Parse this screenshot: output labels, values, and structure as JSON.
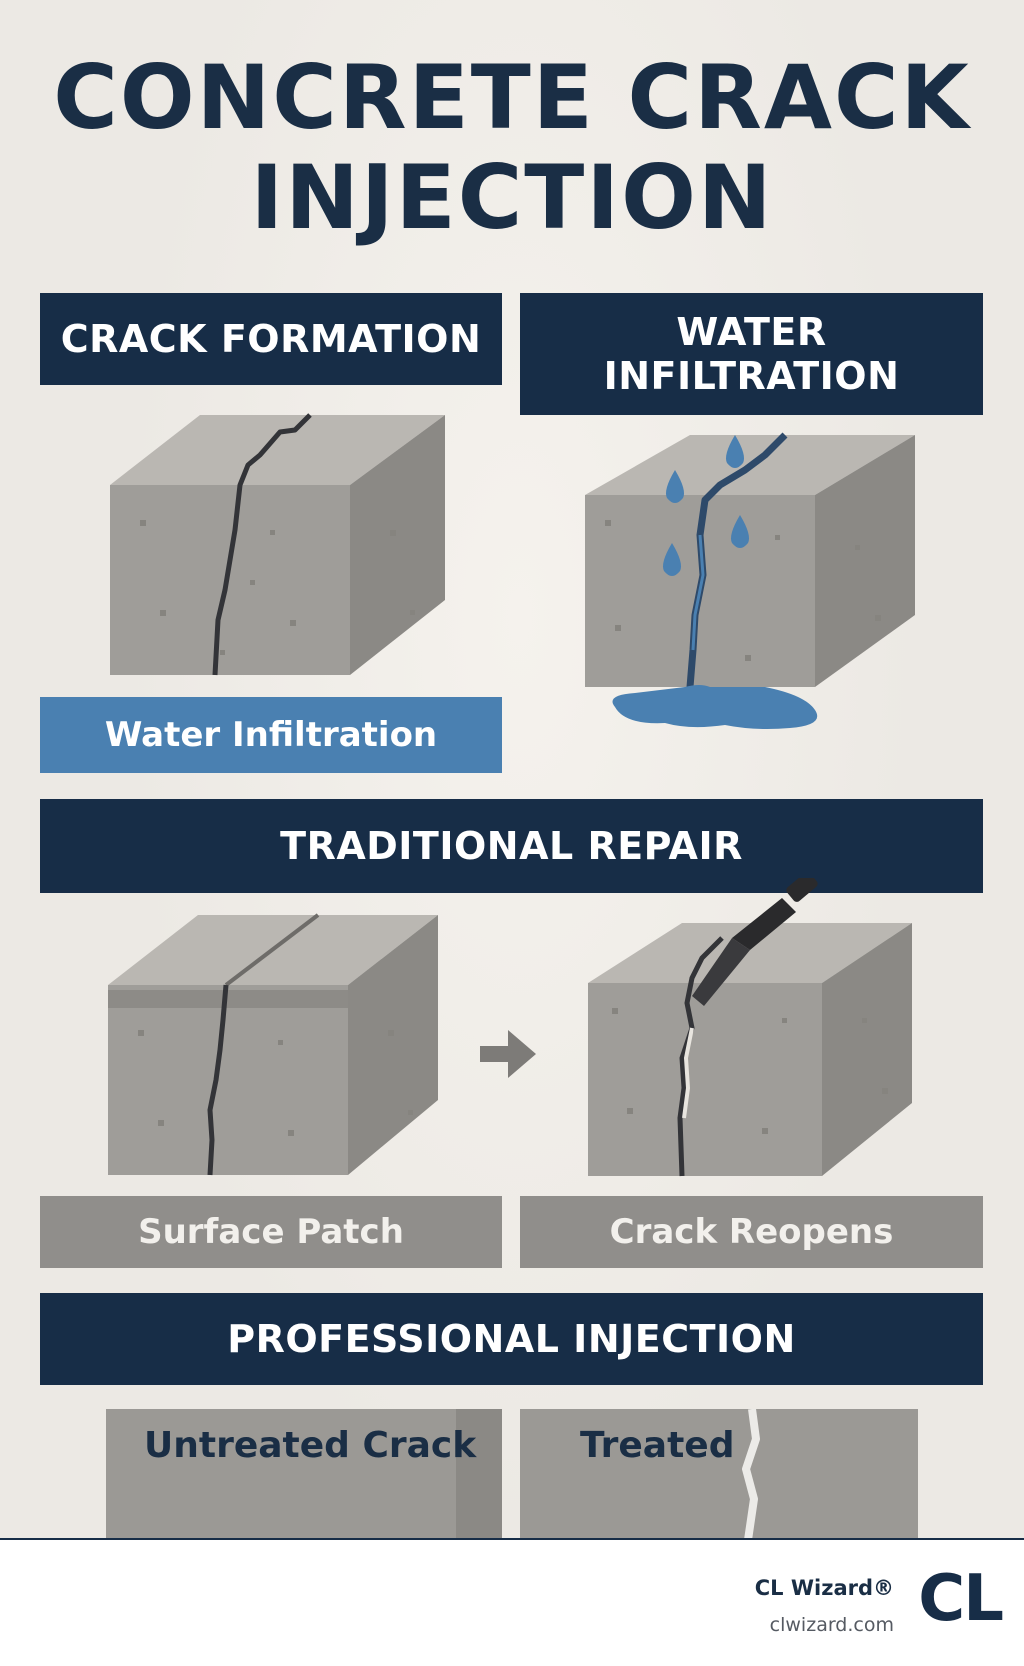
{
  "title": "CONCRETE CRACK INJECTION",
  "sections": {
    "crack_formation": {
      "heading": "CRACK FORMATION",
      "caption": "Water Infiltration"
    },
    "water_infiltration": {
      "heading": "WATER INFILTRATION"
    },
    "traditional_repair": {
      "heading": "TRADITIONAL REPAIR",
      "left_caption": "Surface Patch",
      "right_caption": "Crack Reopens"
    },
    "professional_injection": {
      "heading": "PROFESSIONAL INJECTION",
      "left_label": "Untreated Crack",
      "right_label": "Treated"
    }
  },
  "footer": {
    "brand": "CL Wizard®",
    "url": "clwizard.com",
    "logo_text": "CL"
  },
  "icons": [
    "concrete-block-icon",
    "crack-icon",
    "water-drop-icon",
    "arrow-right-icon",
    "injection-gun-icon",
    "cl-logo"
  ],
  "colors": {
    "navy": "#172d47",
    "water_blue": "#4a80b1",
    "concrete": "#9b9995",
    "background": "#ece9e4"
  }
}
